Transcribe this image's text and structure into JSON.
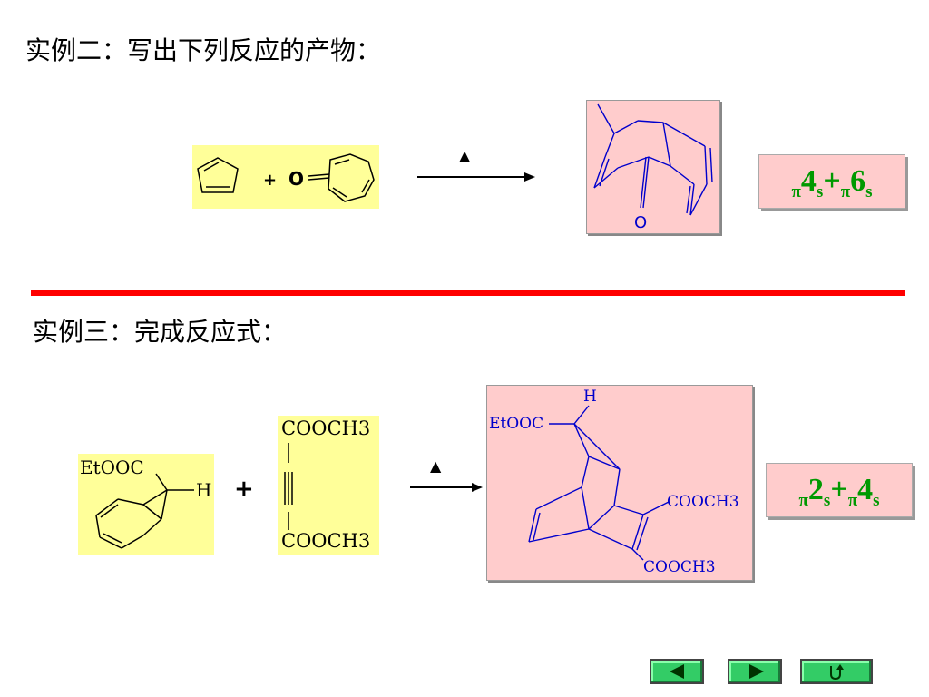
{
  "example2": {
    "title": "实例二：写出下列反应的产物：",
    "reactant_atom": "O",
    "plus": "+",
    "heat_symbol": "▲",
    "product_atom": "O",
    "label": {
      "p1": "π",
      "n1": "4",
      "s1": "s",
      "plus": "+",
      "p2": "π",
      "n2": "6",
      "s2": "s"
    }
  },
  "example3": {
    "title": "实例三：完成反应式：",
    "reactant1": {
      "group": "EtOOC",
      "h": "H"
    },
    "plus": "+",
    "reactant2": {
      "top_group": "COOCH3",
      "bottom_group": "COOCH3"
    },
    "heat_symbol": "▲",
    "product": {
      "h": "H",
      "etooc": "EtOOC",
      "group1": "COOCH3",
      "group2": "COOCH3"
    },
    "label": {
      "p1": "π",
      "n1": "2",
      "s1": "s",
      "plus": "+",
      "p2": "π",
      "n2": "4",
      "s2": "s"
    }
  },
  "nav": {
    "prev_icon": "left-triangle",
    "next_icon": "right-triangle",
    "return_icon": "u-turn-arrow"
  },
  "colors": {
    "divider": "#ff0000",
    "label_text": "#009900",
    "structure": "#0000cc",
    "nav": "#33cc66"
  }
}
